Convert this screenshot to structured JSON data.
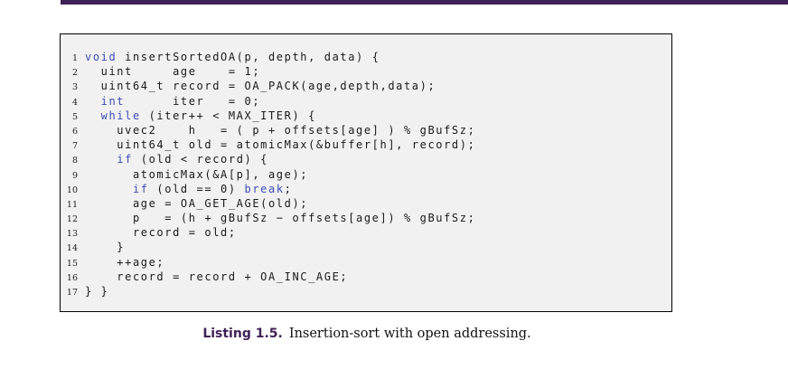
{
  "colors": {
    "accent_purple": "#3f2057",
    "keyword_blue": "#3d4db4",
    "listing_background": "#f1f1f1",
    "listing_border": "#000000"
  },
  "caption": {
    "label": "Listing 1.5.",
    "text": "Insertion-sort with open addressing."
  },
  "listing": {
    "lines": [
      {
        "n": "1",
        "segs": [
          [
            "kw",
            "void"
          ],
          [
            "p",
            " insertSortedOA(p, depth, data) {"
          ]
        ]
      },
      {
        "n": "2",
        "segs": [
          [
            "p",
            "  uint     age    = 1;"
          ]
        ]
      },
      {
        "n": "3",
        "segs": [
          [
            "p",
            "  uint64_t record = OA_PACK(age,depth,data);"
          ]
        ]
      },
      {
        "n": "4",
        "segs": [
          [
            "p",
            "  "
          ],
          [
            "kw",
            "int"
          ],
          [
            "p",
            "      iter   = 0;"
          ]
        ]
      },
      {
        "n": "5",
        "segs": [
          [
            "p",
            "  "
          ],
          [
            "kw",
            "while"
          ],
          [
            "p",
            " (iter++ < MAX_ITER) {"
          ]
        ]
      },
      {
        "n": "6",
        "segs": [
          [
            "p",
            "    uvec2    h   = ( p + offsets[age] ) % gBufSz;"
          ]
        ]
      },
      {
        "n": "7",
        "segs": [
          [
            "p",
            "    uint64_t old = atomicMax(&buffer[h], record);"
          ]
        ]
      },
      {
        "n": "8",
        "segs": [
          [
            "p",
            "    "
          ],
          [
            "kw",
            "if"
          ],
          [
            "p",
            " (old < record) {"
          ]
        ]
      },
      {
        "n": "9",
        "segs": [
          [
            "p",
            "      atomicMax(&A[p], age);"
          ]
        ]
      },
      {
        "n": "10",
        "segs": [
          [
            "p",
            "      "
          ],
          [
            "kw",
            "if"
          ],
          [
            "p",
            " (old == 0) "
          ],
          [
            "kw",
            "break"
          ],
          [
            "p",
            ";"
          ]
        ]
      },
      {
        "n": "11",
        "segs": [
          [
            "p",
            "      age = OA_GET_AGE(old);"
          ]
        ]
      },
      {
        "n": "12",
        "segs": [
          [
            "p",
            "      p   = (h + gBufSz − offsets[age]) % gBufSz;"
          ]
        ]
      },
      {
        "n": "13",
        "segs": [
          [
            "p",
            "      record = old;"
          ]
        ]
      },
      {
        "n": "14",
        "segs": [
          [
            "p",
            "    }"
          ]
        ]
      },
      {
        "n": "15",
        "segs": [
          [
            "p",
            "    ++age;"
          ]
        ]
      },
      {
        "n": "16",
        "segs": [
          [
            "p",
            "    record = record + OA_INC_AGE;"
          ]
        ]
      },
      {
        "n": "17",
        "segs": [
          [
            "p",
            "} }"
          ]
        ]
      }
    ]
  }
}
